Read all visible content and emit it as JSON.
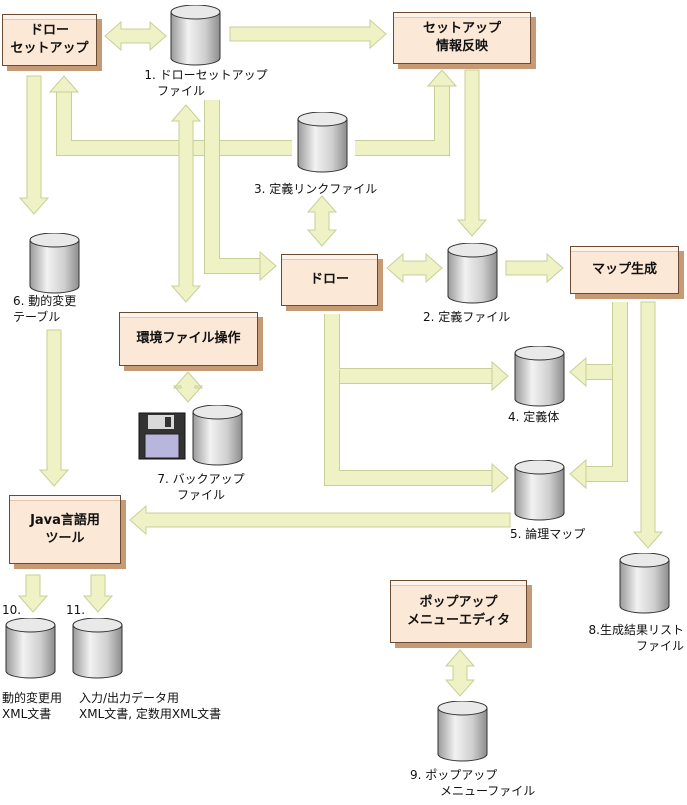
{
  "processes": {
    "draw_setup": [
      "ドロー",
      "セットアップ"
    ],
    "setup_reflect": [
      "セットアップ",
      "情報反映"
    ],
    "draw": [
      "ドロー"
    ],
    "map_gen": [
      "マップ生成"
    ],
    "env_file_op": [
      "環境ファイル操作"
    ],
    "java_tool": [
      "Java言語用",
      "ツール"
    ],
    "popup_editor": [
      "ポップアップ",
      "メニューエディタ"
    ]
  },
  "files": {
    "f1": [
      "1. ドローセットアップ",
      "ファイル"
    ],
    "f2": [
      "2. 定義ファイル"
    ],
    "f3": [
      "3. 定義リンクファイル"
    ],
    "f4": [
      "4. 定義体"
    ],
    "f5": [
      "5. 論理マップ"
    ],
    "f6": [
      "6. 動的変更",
      "テーブル"
    ],
    "f7": [
      "7. バックアップ",
      "ファイル"
    ],
    "f8": [
      "8.生成結果リスト",
      "ファイル"
    ],
    "f9": [
      "9. ポップアップ",
      "メニューファイル"
    ],
    "f10_num": "10.",
    "f11_num": "11.",
    "f10_desc": [
      "動的変更用",
      "XML文書"
    ],
    "f11_desc": [
      "入力/出力データ用",
      "XML文書, 定数用XML文書"
    ]
  },
  "colors": {
    "arrow": "#eef2c4",
    "arrow_stroke": "#c9cf98",
    "box_fill": "#fbe8d6",
    "box_shadow": "#c79a76"
  }
}
